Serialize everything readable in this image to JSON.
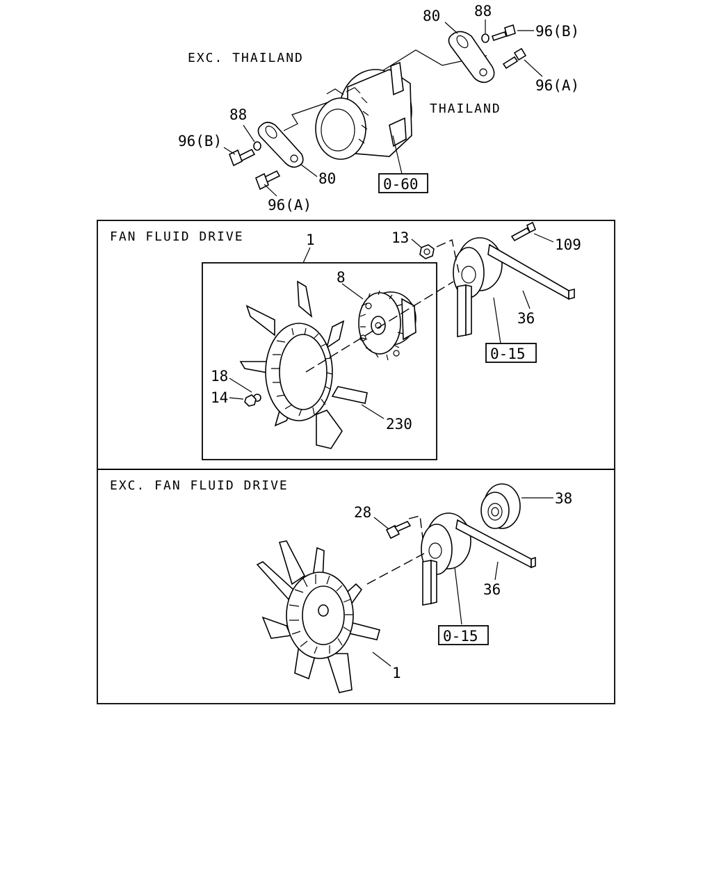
{
  "captions": {
    "exc_thailand": "EXC. THAILAND",
    "thailand": "THAILAND",
    "fan_fluid_drive": "FAN FLUID DRIVE",
    "exc_fan_fluid_drive": "EXC. FAN FLUID DRIVE"
  },
  "callouts": {
    "c80_top": "80",
    "c88_top": "88",
    "c96b_top": "96(B)",
    "c96a_top": "96(A)",
    "c88_left": "88",
    "c96b_left": "96(B)",
    "c80_left": "80",
    "c96a_left": "96(A)",
    "ref_060": "0-60",
    "c1_fluid": "1",
    "c13": "13",
    "c109": "109",
    "c8": "8",
    "c36_fluid": "36",
    "ref_015_fluid": "0-15",
    "c18": "18",
    "c14": "14",
    "c230": "230",
    "c28": "28",
    "c38": "38",
    "c36_exc": "36",
    "ref_015_exc": "0-15",
    "c1_exc": "1"
  }
}
